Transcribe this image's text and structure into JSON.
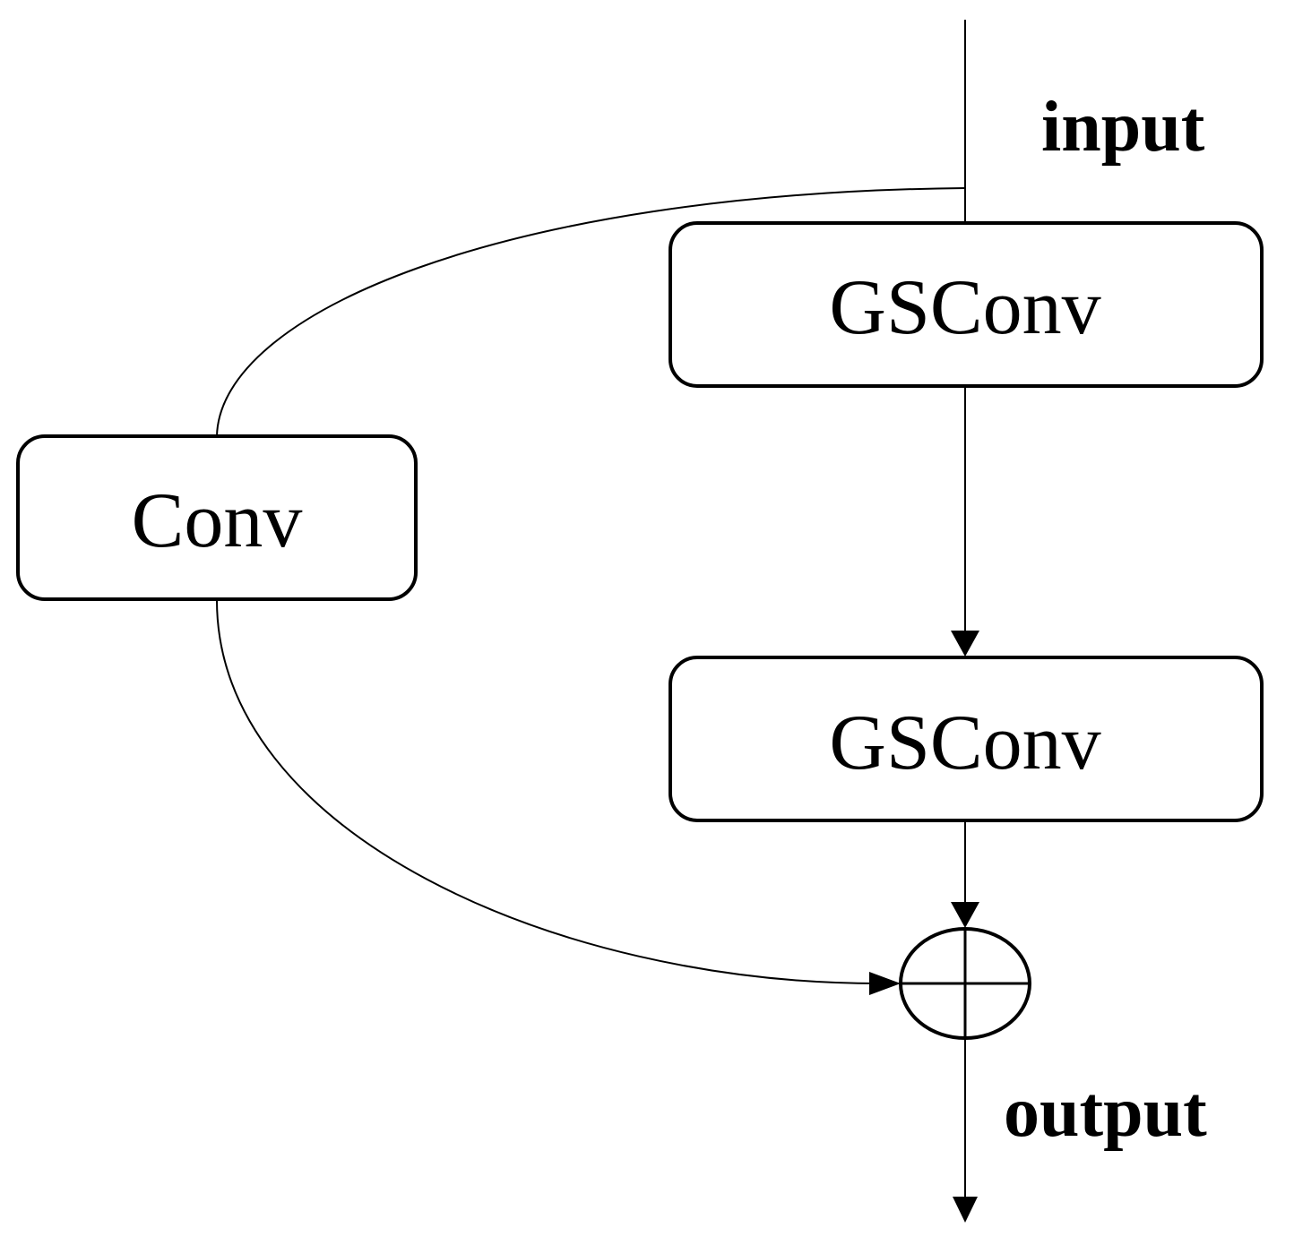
{
  "labels": {
    "input": "input",
    "output": "output"
  },
  "nodes": {
    "gsconv_top": "GSConv",
    "gsconv_bottom": "GSConv",
    "conv": "Conv"
  },
  "operators": {
    "sum": "element-wise addition"
  },
  "colors": {
    "line": "#000000",
    "background": "#ffffff"
  }
}
